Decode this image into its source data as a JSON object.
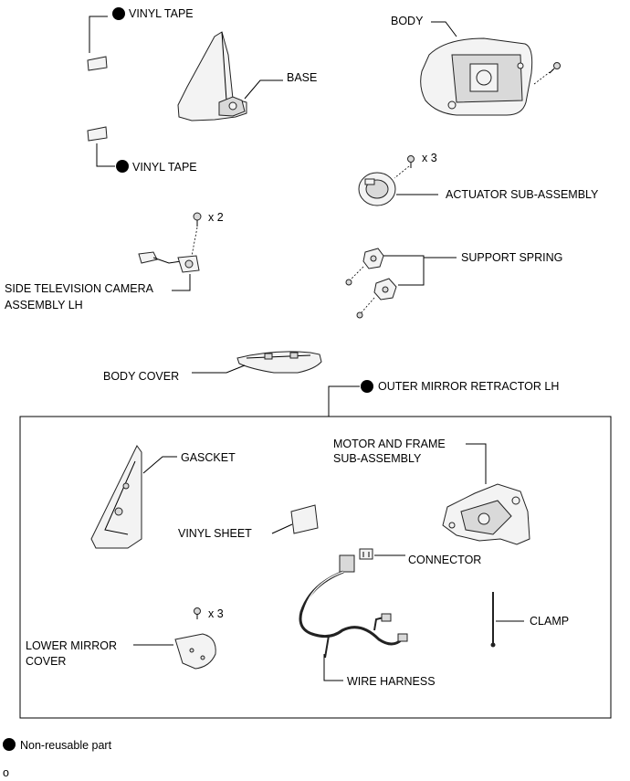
{
  "labels": {
    "vinyl_tape_top": "VINYL TAPE",
    "vinyl_tape_bottom": "VINYL TAPE",
    "base": "BASE",
    "body": "BODY",
    "actuator": "ACTUATOR SUB-ASSEMBLY",
    "actuator_qty": "x 3",
    "camera_qty": "x 2",
    "camera_line1": "SIDE TELEVISION CAMERA",
    "camera_line2": "ASSEMBLY LH",
    "support_spring": "SUPPORT SPRING",
    "body_cover": "BODY COVER",
    "retractor": "OUTER MIRROR RETRACTOR LH",
    "gasket": "GASCKET",
    "motor_line1": "MOTOR AND FRAME",
    "motor_line2": "SUB-ASSEMBLY",
    "vinyl_sheet": "VINYL SHEET",
    "connector": "CONNECTOR",
    "clamp": "CLAMP",
    "lower_cover_qty": "x 3",
    "lower_cover_line1": "LOWER MIRROR",
    "lower_cover_line2": "COVER",
    "wire_harness": "WIRE HARNESS",
    "legend": "Non-reusable part",
    "corner_mark": "o"
  }
}
